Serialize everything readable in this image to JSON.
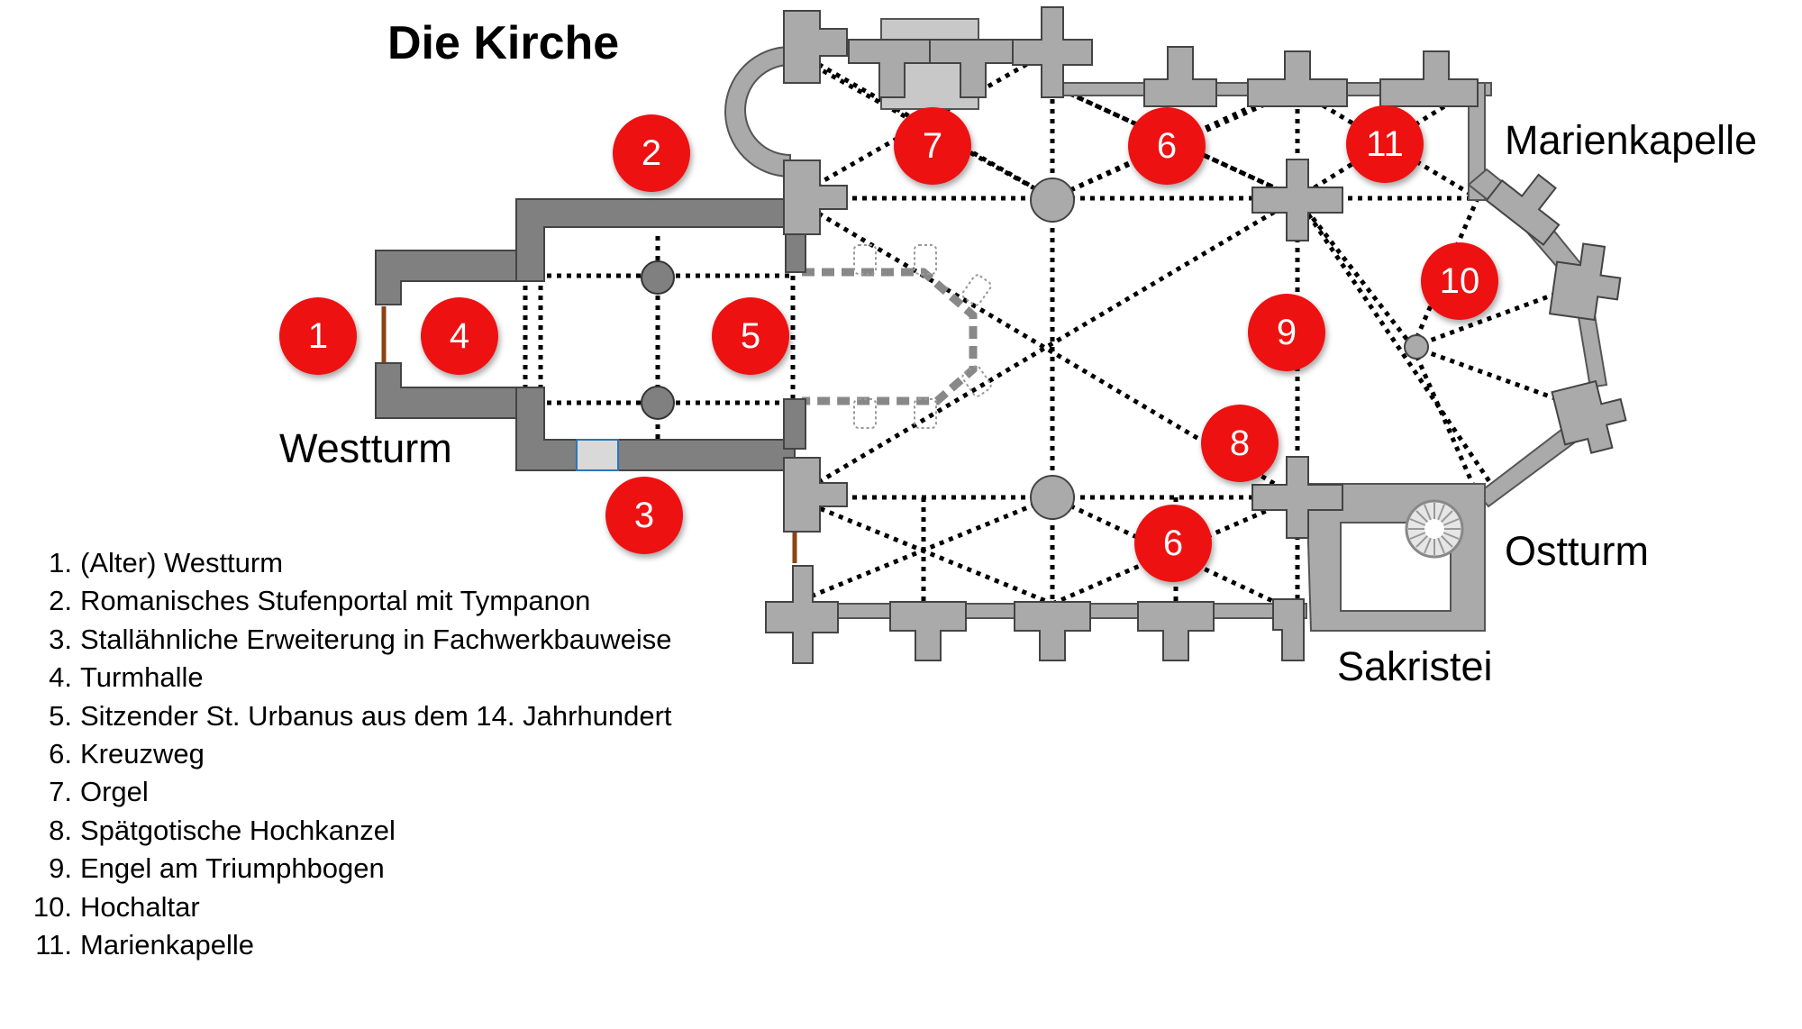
{
  "title": "Die Kirche",
  "labels": {
    "westturm": "Westturm",
    "marienkapelle": "Marienkapelle",
    "ostturm": "Ostturm",
    "sakristei": "Sakristei"
  },
  "markers": [
    "1",
    "2",
    "3",
    "4",
    "5",
    "6",
    "6",
    "7",
    "8",
    "9",
    "10",
    "11"
  ],
  "legend": [
    {
      "num": "1.",
      "text": "(Alter) Westturm"
    },
    {
      "num": "2.",
      "text": "Romanisches Stufenportal mit Tympanon"
    },
    {
      "num": "3.",
      "text": "Stallähnliche Erweiterung in Fachwerkbauweise"
    },
    {
      "num": "4.",
      "text": "Turmhalle"
    },
    {
      "num": "5.",
      "text": "Sitzender St. Urbanus aus dem 14. Jahrhundert"
    },
    {
      "num": "6.",
      "text": "Kreuzweg"
    },
    {
      "num": "7.",
      "text": "Orgel"
    },
    {
      "num": "8.",
      "text": "Spätgotische Hochkanzel"
    },
    {
      "num": "9.",
      "text": "Engel am Triumphbogen"
    },
    {
      "num": "10.",
      "text": "Hochaltar"
    },
    {
      "num": "11.",
      "text": "Marienkapelle"
    }
  ],
  "colors": {
    "marker_fill": "#ee1111",
    "wall": "#aaaaaa",
    "wall_dark": "#808080",
    "door": "#8b4513"
  }
}
